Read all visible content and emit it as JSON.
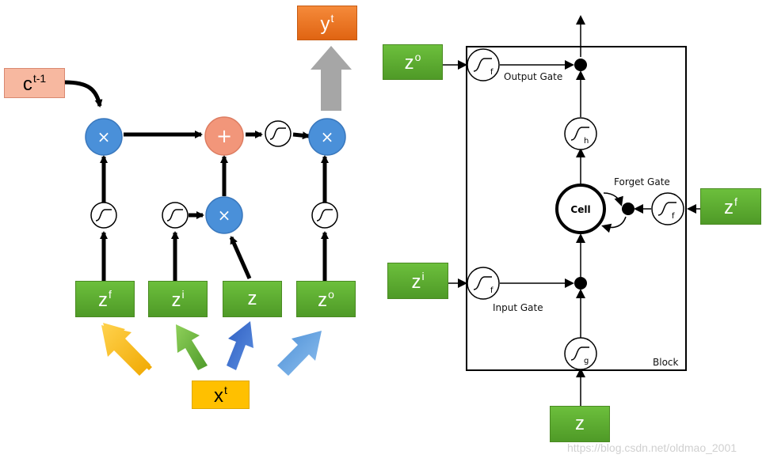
{
  "left": {
    "c_prev": {
      "base": "c",
      "sup": "t-1"
    },
    "y_out": {
      "base": "y",
      "sup": "t"
    },
    "z_f": {
      "base": "z",
      "sup": "f"
    },
    "z_i": {
      "base": "z",
      "sup": "i"
    },
    "z": {
      "base": "z",
      "sup": ""
    },
    "z_o": {
      "base": "z",
      "sup": "o"
    },
    "x_in": {
      "base": "x",
      "sup": "t"
    },
    "multiply_symbol": "×",
    "add_symbol": "+"
  },
  "right": {
    "z_o": {
      "base": "z",
      "sup": "o"
    },
    "z_f": {
      "base": "z",
      "sup": "f"
    },
    "z_i": {
      "base": "z",
      "sup": "i"
    },
    "z": {
      "base": "z",
      "sup": ""
    },
    "output_gate_label": "Output Gate",
    "forget_gate_label": "Forget Gate",
    "input_gate_label": "Input Gate",
    "cell_label": "Cell",
    "block_label": "Block",
    "func_h": "h",
    "func_f": "f",
    "func_g": "g"
  },
  "watermark": "https://blog.csdn.net/oldmao_2001",
  "colors": {
    "green": "#5aa52e",
    "orange": "#e8701e",
    "salmon": "#f7b8a0",
    "gold": "#ffc000",
    "blue_node": "#4a90d9",
    "add_node": "#f2967a"
  }
}
